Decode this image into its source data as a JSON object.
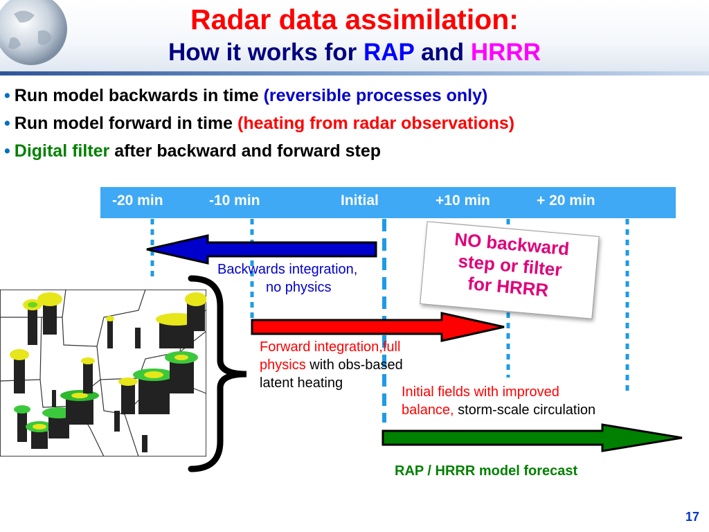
{
  "title": {
    "line1": "Radar data assimilation:",
    "line2_prefix": "How it works for ",
    "line2_rap": "RAP",
    "line2_and": " and ",
    "line2_hrrr": "HRRR"
  },
  "bullets": [
    {
      "text": "Run model backwards in time ",
      "highlight": "(reversible processes only)",
      "highlight_color": "#0000cc",
      "highlight_first": false
    },
    {
      "text": "Run model forward in time ",
      "highlight": "(heating from radar observations)",
      "highlight_color": "#ff0000",
      "highlight_first": false
    },
    {
      "text": " after backward and forward step",
      "highlight": "Digital filter",
      "highlight_color": "#008000",
      "highlight_first": true
    }
  ],
  "timeline": {
    "ticks": [
      "-20 min",
      "-10 min",
      "Initial",
      "+10 min",
      "+ 20 min"
    ]
  },
  "notes": {
    "backward": "Backwards integration,",
    "backward2": "no physics",
    "forward_red": "Forward integration,full",
    "forward_red2": "physics",
    "forward_black": " with obs-based",
    "forward_black2": "latent heating",
    "initial_red": "Initial fields with improved",
    "initial_red2": "balance,",
    "initial_black": " storm-scale circulation",
    "forecast": "RAP / HRRR model forecast"
  },
  "stamp": [
    "NO backward",
    "step or filter",
    "for HRRR"
  ],
  "page_number": "17",
  "colors": {
    "title_red": "#ff0000",
    "title_navy": "#000080",
    "timeline_bar": "#3fa9f5",
    "backward_arrow": "#0000cc",
    "forward_arrow": "#ff0000",
    "forecast_arrow": "#008000",
    "stamp_text": "#e0007a"
  }
}
